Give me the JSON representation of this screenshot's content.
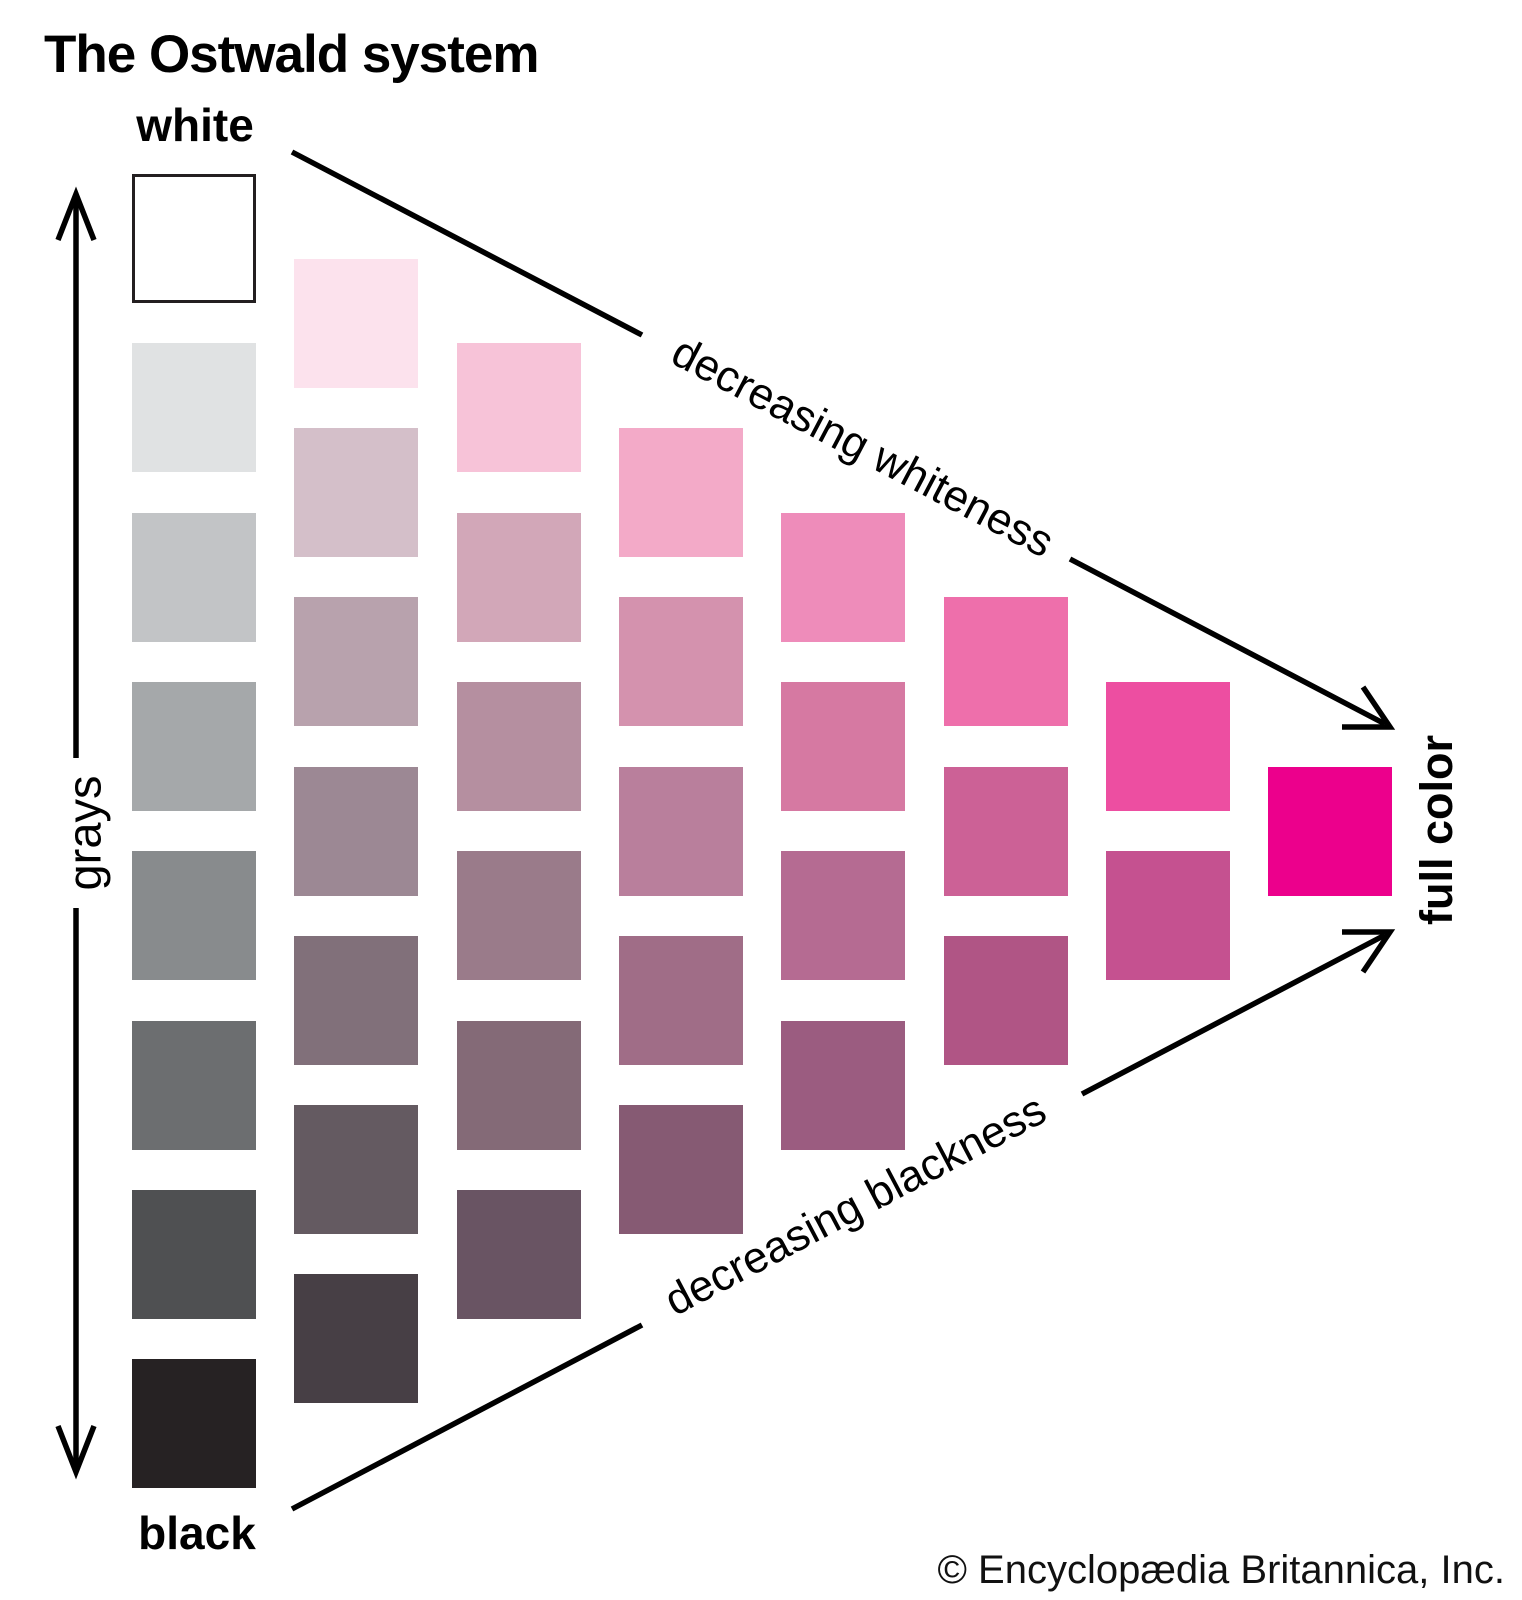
{
  "title": "The Ostwald system",
  "labels": {
    "white": "white",
    "black": "black",
    "grays": "grays",
    "full_color": "full color",
    "decreasing_whiteness": "decreasing whiteness",
    "decreasing_blackness": "decreasing blackness"
  },
  "copyright": "© Encyclopædia Britannica, Inc.",
  "accent_color": "#ec008c",
  "line_color": "#000000",
  "grid": {
    "columns": [
      {
        "id": "grays",
        "swatches": [
          "#ffffff",
          "#e0e2e3",
          "#c2c4c6",
          "#a5a8aa",
          "#888b8d",
          "#6c6e70",
          "#4f5052",
          "#262223"
        ]
      },
      {
        "id": "tint-1",
        "swatches": [
          "#fce2ed",
          "#d4bfc9",
          "#b8a2ad",
          "#9c8894",
          "#81707a",
          "#645a61",
          "#473f45"
        ]
      },
      {
        "id": "tint-2",
        "swatches": [
          "#f7c3d8",
          "#d2a7b8",
          "#b58fa0",
          "#9a7b8a",
          "#846a77",
          "#695463"
        ]
      },
      {
        "id": "tint-3",
        "swatches": [
          "#f3aac8",
          "#d492ae",
          "#b97f9c",
          "#a06d87",
          "#865a73"
        ]
      },
      {
        "id": "tint-4",
        "swatches": [
          "#ee8cba",
          "#d679a2",
          "#b56b92",
          "#9b5c80"
        ]
      },
      {
        "id": "tint-5",
        "swatches": [
          "#ee6fab",
          "#cc6196",
          "#b05585"
        ]
      },
      {
        "id": "tint-6",
        "swatches": [
          "#ed4ea1",
          "#c55190"
        ]
      },
      {
        "id": "full-color",
        "swatches": [
          "#ec008c"
        ]
      }
    ]
  }
}
